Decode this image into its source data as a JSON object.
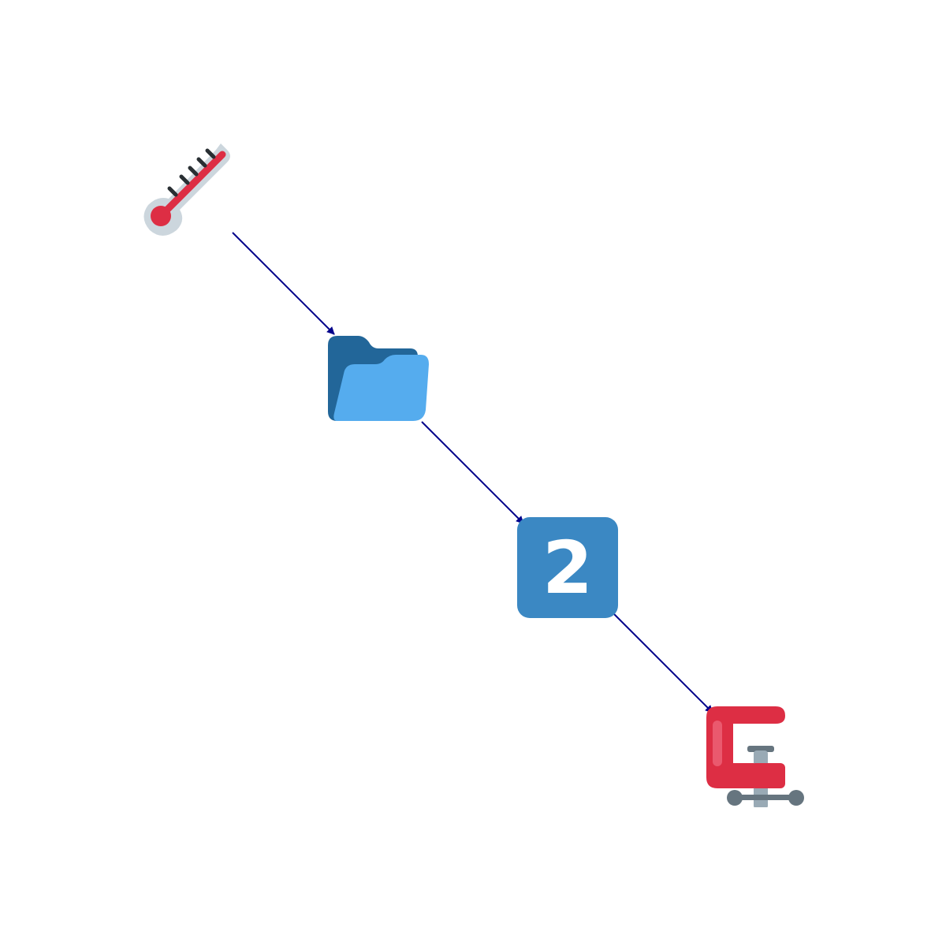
{
  "diagram": {
    "nodes": [
      {
        "id": "thermometer",
        "icon": "thermometer-icon"
      },
      {
        "id": "folder",
        "icon": "open-folder-icon"
      },
      {
        "id": "number",
        "icon": "keycap-number-icon",
        "label": "2"
      },
      {
        "id": "clamp",
        "icon": "clamp-icon"
      }
    ],
    "edges": [
      {
        "from": "thermometer",
        "to": "folder"
      },
      {
        "from": "folder",
        "to": "number"
      },
      {
        "from": "number",
        "to": "clamp"
      }
    ],
    "colors": {
      "arrow": "#00008b",
      "thermometer_red": "#dd2e44",
      "folder_dark": "#226699",
      "folder_light": "#55acee",
      "keycap_blue": "#3b88c3",
      "clamp_red": "#dd2e44",
      "clamp_gray": "#66757f"
    }
  }
}
